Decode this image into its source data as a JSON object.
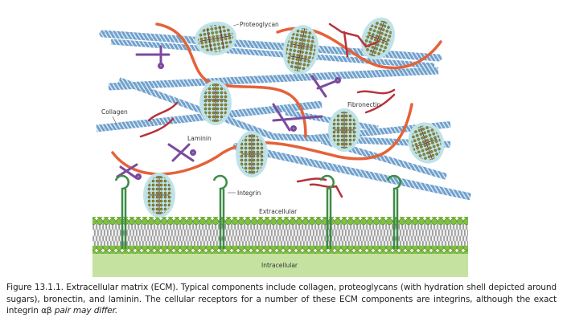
{
  "figure": {
    "labels": {
      "proteoglycan": "Proteoglycan",
      "collagen": "Collagen",
      "fibronectin": "Fibronectin",
      "laminin": "Laminin",
      "integrin": "Integrin",
      "extracellular": "Extracellular",
      "intracellular": "Intracellular"
    },
    "colors": {
      "collagen": "#5b8fbf",
      "collagen_light": "#a9c8e2",
      "elastin_fiber": "#e4623a",
      "fibronectin": "#b8323a",
      "laminin": "#7b4a9e",
      "proteoglycan_shell": "#bfe3e8",
      "proteoglycan_core": "#6e6a24",
      "integrin": "#3e8c48",
      "membrane_head": "#7bbf3a",
      "intracellular": "#c6e2a0"
    }
  },
  "caption": {
    "main": "Figure 13.1.1. Extracellular matrix (ECM). Typical components include collagen, proteoglycans (with hydration shell depicted around sugars), bronectin, and laminin. The cellular receptors for a number of these ECM components are integrins, although the exact integrin αβ ",
    "italic": "pair may differ."
  }
}
